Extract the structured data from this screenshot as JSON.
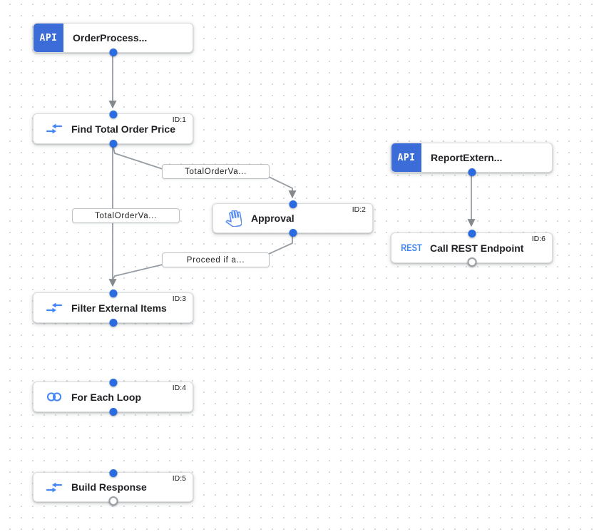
{
  "canvas": {
    "background": "#FFFFFF",
    "grid_dot_color": "#DADCE0"
  },
  "colors": {
    "trigger_badge_blue": "#3C6CD7",
    "connector_dot_blue": "#2A6BE0",
    "icon_blue": "#4285F4",
    "edge_gray": "#969CA3",
    "node_border_gray": "#DADCE0",
    "title_text": "#202124"
  },
  "nodes": [
    {
      "kind": "trigger",
      "badge": "API",
      "title": "OrderProcess..."
    },
    {
      "kind": "task",
      "icon": "data-mapping-icon",
      "title": "Find Total Order Price",
      "id_label": "ID:1"
    },
    {
      "kind": "task",
      "icon": "approval-hand-icon",
      "title": "Approval",
      "id_label": "ID:2"
    },
    {
      "kind": "task",
      "icon": "data-mapping-icon",
      "title": "Filter External Items",
      "id_label": "ID:3"
    },
    {
      "kind": "task",
      "icon": "for-each-loop-icon",
      "title": "For Each Loop",
      "id_label": "ID:4"
    },
    {
      "kind": "task",
      "icon": "data-mapping-icon",
      "title": "Build Response",
      "id_label": "ID:5"
    },
    {
      "kind": "trigger",
      "badge": "API",
      "title": "ReportExtern..."
    },
    {
      "kind": "task",
      "icon": "rest-text-icon",
      "icon_text": "REST",
      "title": "Call REST Endpoint",
      "id_label": "ID:6"
    }
  ],
  "edge_labels": [
    {
      "text": "TotalOrderVa..."
    },
    {
      "text": "TotalOrderVa..."
    },
    {
      "text": "Proceed if a..."
    }
  ]
}
